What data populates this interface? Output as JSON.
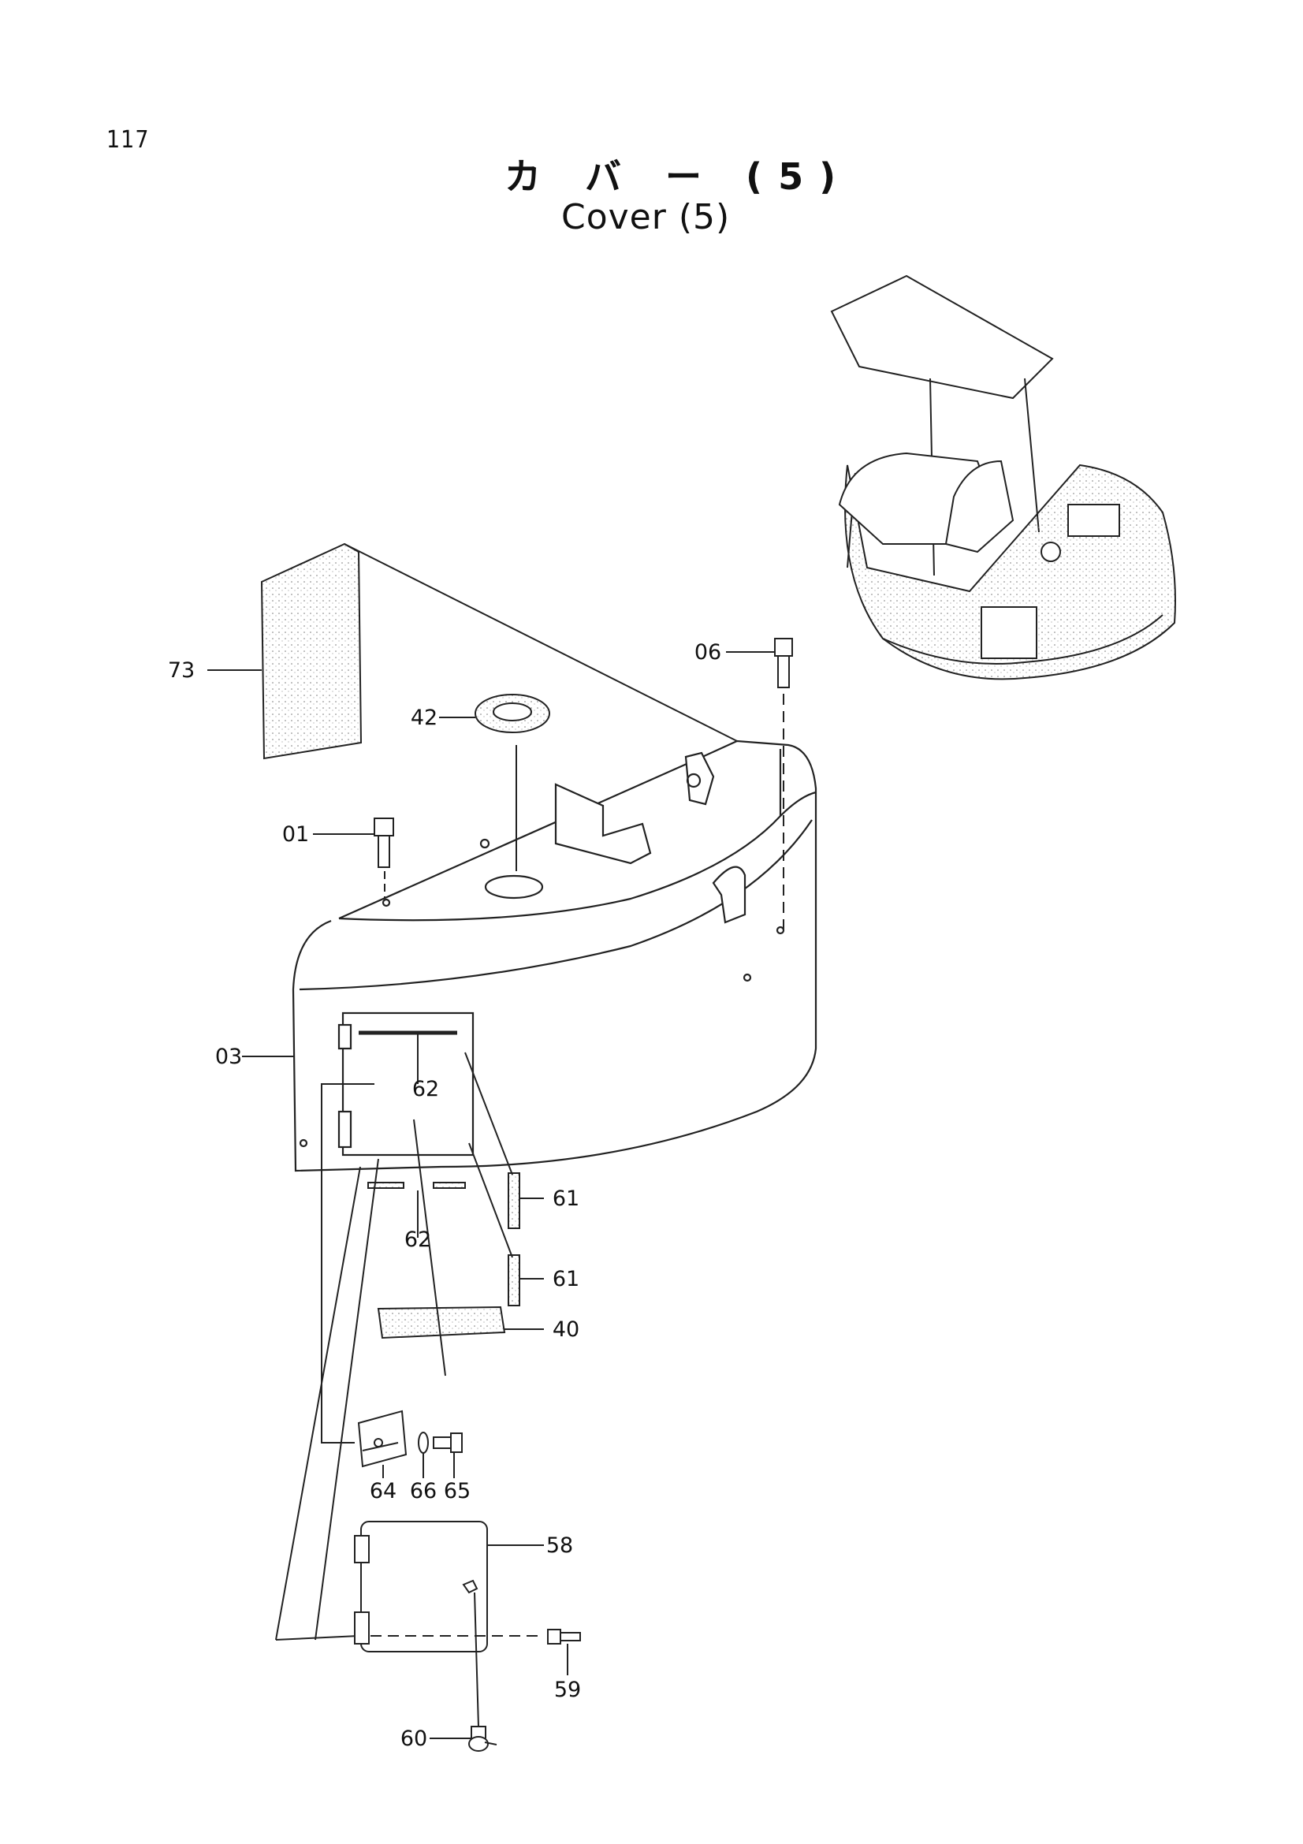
{
  "page": {
    "number": "117"
  },
  "title": {
    "japanese": "カ バ ー (5)",
    "english": "Cover (5)"
  },
  "callouts": [
    {
      "id": "c73",
      "text": "73"
    },
    {
      "id": "c06",
      "text": "06"
    },
    {
      "id": "c42",
      "text": "42"
    },
    {
      "id": "c01",
      "text": "01"
    },
    {
      "id": "c03",
      "text": "03"
    },
    {
      "id": "c62a",
      "text": "62"
    },
    {
      "id": "c62b",
      "text": "62"
    },
    {
      "id": "c61a",
      "text": "61"
    },
    {
      "id": "c61b",
      "text": "61"
    },
    {
      "id": "c40",
      "text": "40"
    },
    {
      "id": "c64",
      "text": "64"
    },
    {
      "id": "c66",
      "text": "66"
    },
    {
      "id": "c65",
      "text": "65"
    },
    {
      "id": "c58",
      "text": "58"
    },
    {
      "id": "c59",
      "text": "59"
    },
    {
      "id": "c60",
      "text": "60"
    }
  ]
}
